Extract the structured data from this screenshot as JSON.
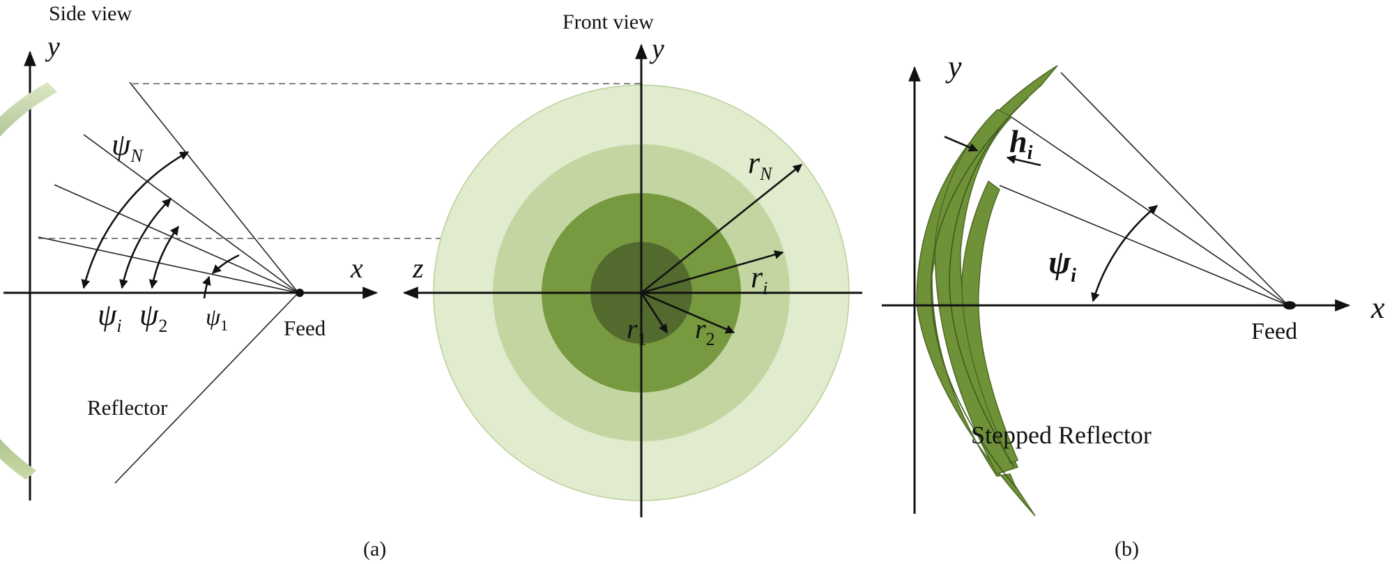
{
  "panel_a": {
    "side_view_title": "Side view",
    "front_view_title": "Front view",
    "caption": "(a)",
    "side": {
      "axis_x": "x",
      "axis_y": "y",
      "psi_N": "ψ",
      "psi_N_sub": "N",
      "psi_i": "ψ",
      "psi_i_sub": "i",
      "psi_2": "ψ",
      "psi_2_sub": "2",
      "psi_1": "ψ",
      "psi_1_sub": "1",
      "feed": "Feed",
      "reflector": "Reflector"
    },
    "front": {
      "axis_z": "z",
      "axis_y": "y",
      "r_N": "r",
      "r_N_sub": "N",
      "r_i": "r",
      "r_i_sub": "i",
      "r_1": "r",
      "r_1_sub": "1",
      "r_2": "r",
      "r_2_sub": "2"
    }
  },
  "panel_b": {
    "caption": "(b)",
    "axis_x": "x",
    "axis_y": "y",
    "h_i": "h",
    "h_i_sub": "i",
    "psi_i": "ψ",
    "psi_i_sub": "i",
    "feed": "Feed",
    "reflector": "Stepped Reflector"
  },
  "colors": {
    "ring_outer": "#e1ebcd",
    "ring_2": "#c3d6a2",
    "ring_3": "#77993f",
    "ring_inner": "#526a2e",
    "stepped_fill": "#6f9138"
  }
}
